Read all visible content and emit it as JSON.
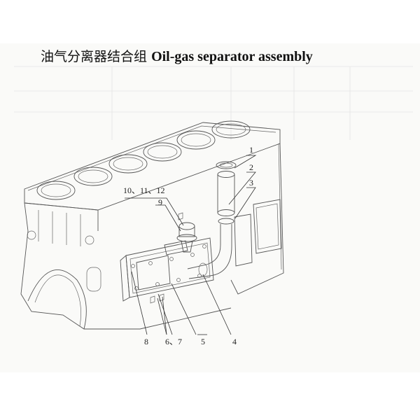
{
  "title": {
    "chinese": "油气分离器结合组",
    "english": "Oil-gas separator assembly"
  },
  "callouts": {
    "c1": "1",
    "c2": "2",
    "c3": "3",
    "c4": "4",
    "c5": "5",
    "c67": "6、7",
    "c8": "8",
    "c9": "9",
    "c101112": "10、11、12"
  }
}
